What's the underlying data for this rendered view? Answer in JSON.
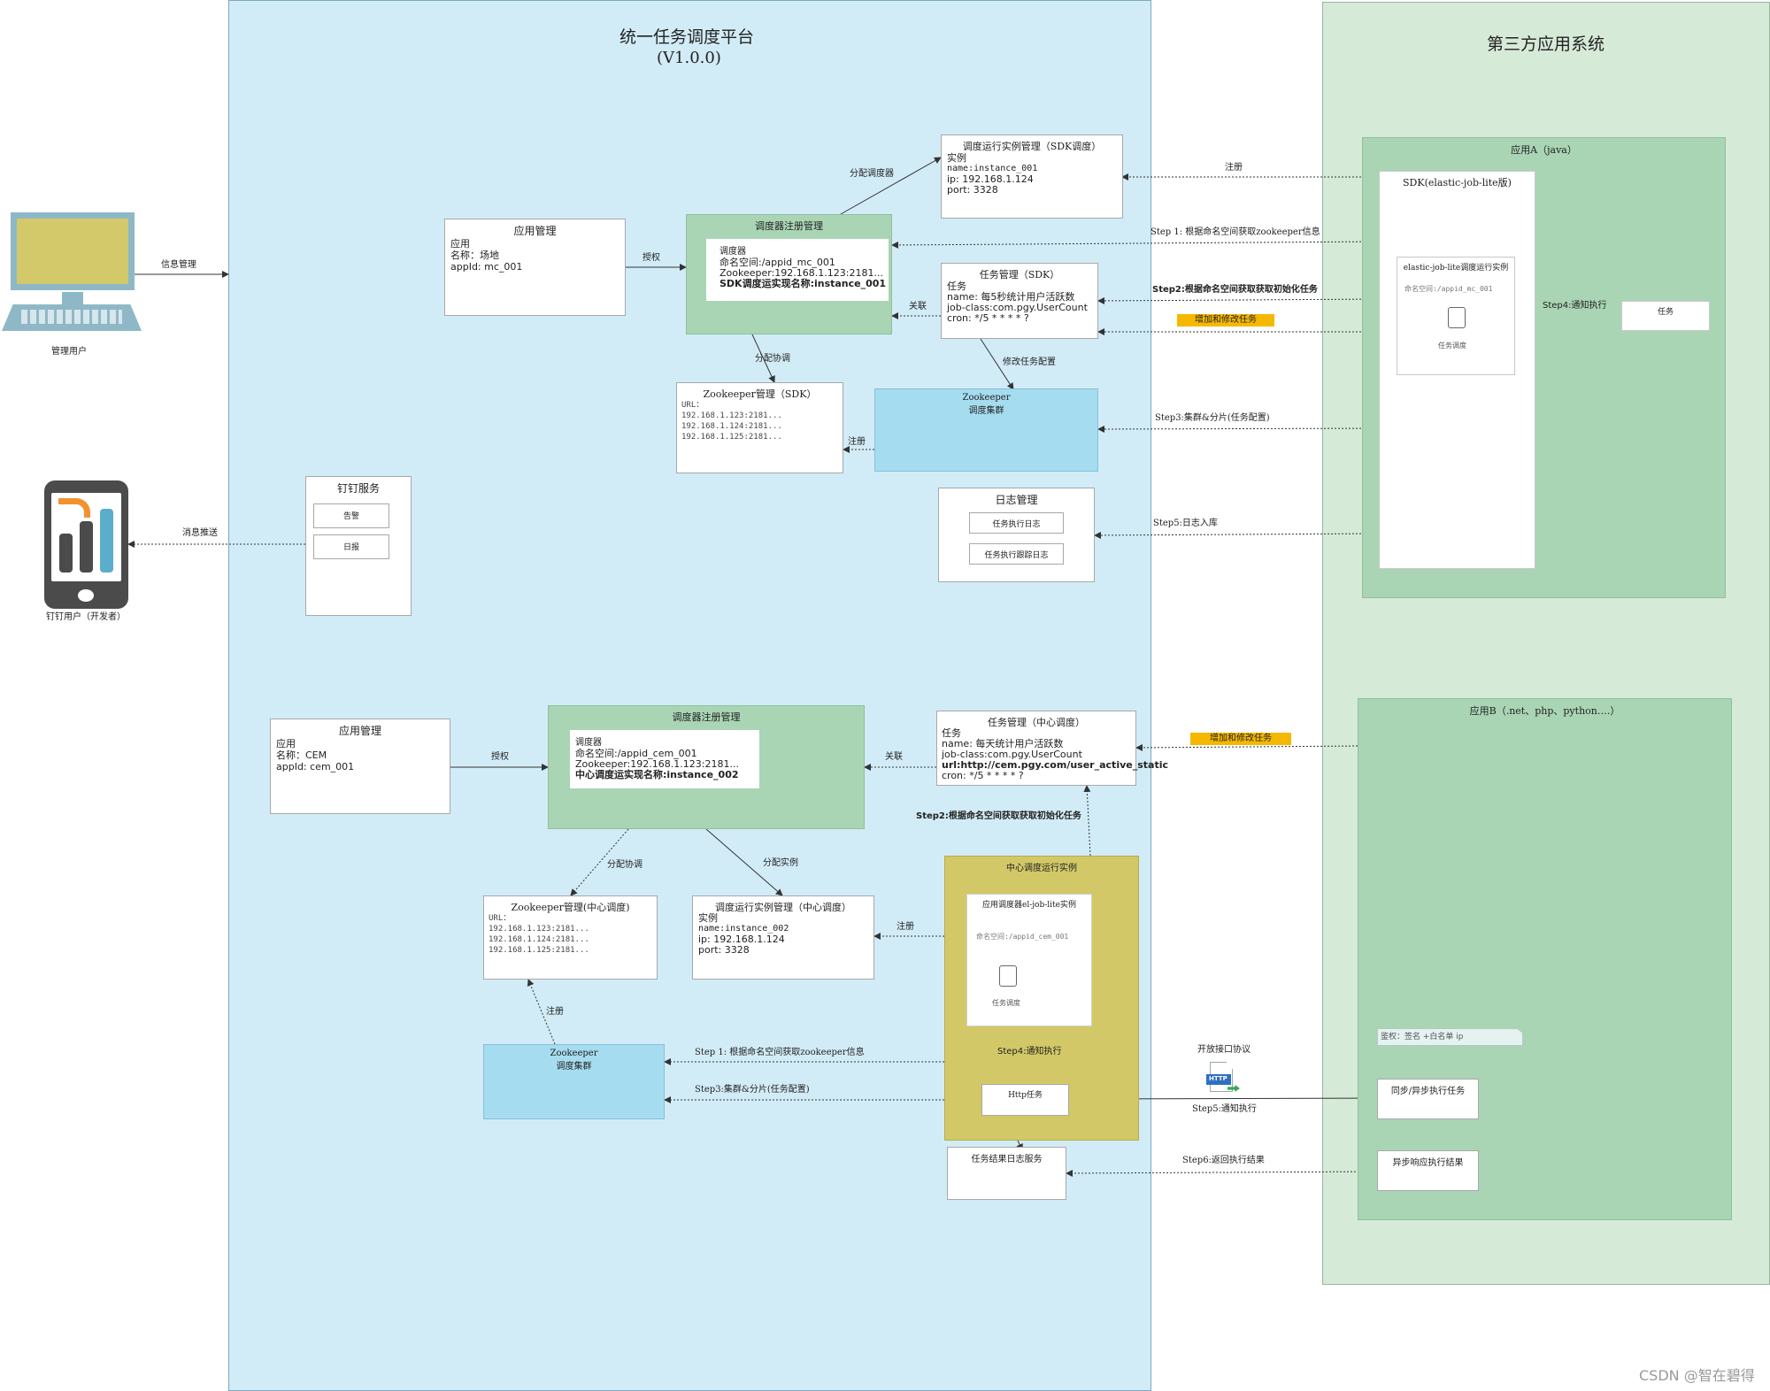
{
  "platform": {
    "title": "统一任务调度平台",
    "version": "(V1.0.0)"
  },
  "third_party": {
    "title": "第三方应用系统"
  },
  "actors": {
    "admin_user": "管理用户",
    "admin_edge": "信息管理",
    "dingtalk_user": "钉钉用户（开发者）",
    "push_edge": "消息推送"
  },
  "dingtalk": {
    "title": "钉钉服务",
    "alarm": "告警",
    "daily": "日报"
  },
  "sdk_app_mgmt": {
    "title": "应用管理",
    "lines": [
      "应用",
      "名称：场地",
      "appId: mc_001"
    ]
  },
  "sdk_reg": {
    "title": "调度器注册管理",
    "lines": [
      "调度器",
      "命名空间:/appid_mc_001",
      "Zookeeper:192.168.1.123:2181..."
    ],
    "bold_line": "SDK调度运实现名称:instance_001"
  },
  "sdk_instance": {
    "title": "调度运行实例管理（SDK调度）",
    "lines": [
      "实例",
      "name:instance_001",
      "ip: 192.168.1.124",
      "port: 3328"
    ]
  },
  "sdk_task": {
    "title": "任务管理（SDK）",
    "lines": [
      "任务",
      "name: 每5秒统计用户活跃数",
      "job-class:com.pgy.UserCount",
      "cron: */5 * * * * ?"
    ]
  },
  "sdk_zk_mgmt": {
    "title": "Zookeeper管理（SDK）",
    "lines": [
      "URL：",
      "192.168.1.123:2181...",
      "192.168.1.124:2181...",
      "192.168.1.125:2181..."
    ]
  },
  "sdk_zk_cluster": {
    "title": "Zookeeper",
    "subtitle": "调度集群"
  },
  "log_mgmt": {
    "title": "日志管理",
    "exec_log": "任务执行日志",
    "trace_log": "任务执行跟踪日志"
  },
  "sdk_edges": {
    "authorize": "授权",
    "assign_scheduler": "分配调度器",
    "relate": "关联",
    "assign_coord": "分配协调",
    "modify_config": "修改任务配置",
    "register": "注册"
  },
  "app_a": {
    "title": "应用A（java）",
    "sdk_title": "SDK(elastic-job-lite版)",
    "instance_title": "elastic-job-lite调度运行实例",
    "namespace": "命名空间:/appid_mc_001",
    "sched_label": "任务调度",
    "task_label": "任务",
    "step4": "Step4:通知执行"
  },
  "cross_a": {
    "register": "注册",
    "step1": "Step 1: 根据命名空间获取zookeeper信息",
    "step2": "Step2:根据命名空间获取获取初始化任务",
    "add_modify": "增加和修改任务",
    "step3": "Step3:集群&分片(任务配置)",
    "step5": "Step5:日志入库"
  },
  "center_app_mgmt": {
    "title": "应用管理",
    "lines": [
      "应用",
      "名称：CEM",
      "appId: cem_001"
    ]
  },
  "center_reg": {
    "title": "调度器注册管理",
    "lines": [
      "调度器",
      "命名空间:/appid_cem_001",
      "Zookeeper:192.168.1.123:2181..."
    ],
    "bold_line": "中心调度运实现名称:instance_002"
  },
  "center_task": {
    "title": "任务管理（中心调度）",
    "lines": [
      "任务",
      "name: 每天统计用户活跃数",
      "job-class:com.pgy.UserCount"
    ],
    "bold_line": "url:http://cem.pgy.com/user_active_static",
    "cron": "cron: */5 * * * * ?"
  },
  "center_zk_mgmt": {
    "title": "Zookeeper管理(中心调度)",
    "lines": [
      "URL：",
      "192.168.1.123:2181...",
      "192.168.1.124:2181...",
      "192.168.1.125:2181..."
    ]
  },
  "center_instance": {
    "title": "调度运行实例管理（中心调度）",
    "lines": [
      "实例",
      "name:instance_002",
      "ip: 192.168.1.124",
      "port: 3328"
    ]
  },
  "center_zk_cluster": {
    "title": "Zookeeper",
    "subtitle": "调度集群"
  },
  "center_runtime": {
    "title": "中心调度运行实例",
    "inner_title": "应用调度器el-job-lite实例",
    "namespace": "命名空间:/appid_cem_001",
    "sched_label": "任务调度",
    "http_task": "Http任务",
    "step4": "Step4:通知执行"
  },
  "result_log": {
    "title": "任务结果日志服务"
  },
  "center_edges": {
    "authorize": "授权",
    "relate": "关联",
    "step2": "Step2:根据命名空间获取获取初始化任务",
    "assign_coord": "分配协调",
    "assign_instance": "分配实例",
    "register_instance": "注册",
    "register_zk": "注册",
    "step1": "Step 1: 根据命名空间获取zookeeper信息",
    "step3": "Step3:集群&分片(任务配置)"
  },
  "app_b": {
    "title": "应用B（.net、php、python….）",
    "auth": "鉴权：签名 +白名单 ip",
    "sync_task": "同步/异步执行任务",
    "async_result": "异步响应执行结果"
  },
  "cross_b": {
    "add_modify": "增加和修改任务",
    "http_proto": "开放接口协议",
    "http_icon": "HTTP",
    "step5": "Step5:通知执行",
    "step6": "Step6:返回执行结果"
  },
  "watermark": "CSDN @智在碧得"
}
